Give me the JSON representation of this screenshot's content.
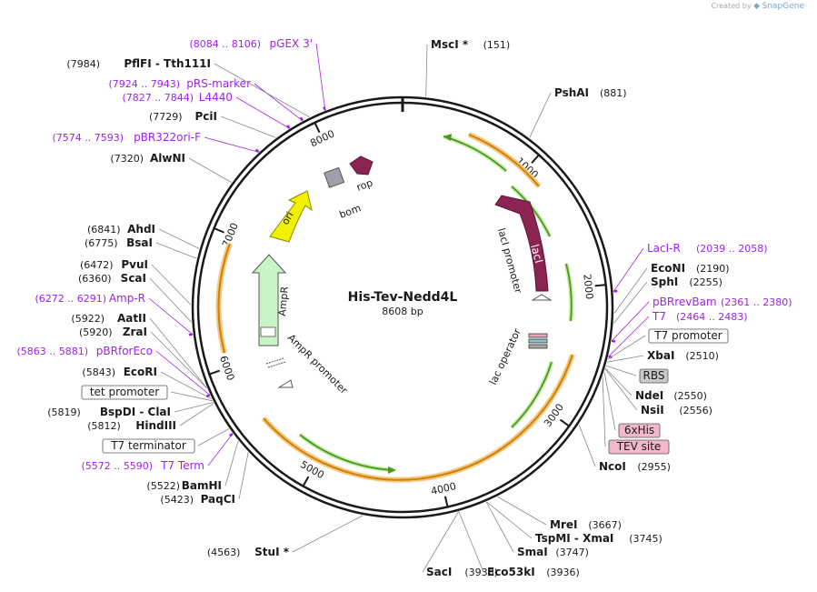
{
  "credit": {
    "prefix": "Created by",
    "brand": "SnapGene"
  },
  "plasmid": {
    "name": "His-Tev-Nedd4L",
    "size": "8608 bp",
    "length": 8608
  },
  "colors": {
    "ring": "#1a1a1a",
    "primer": "#a020f0",
    "orange": "#e8920c",
    "green": "#4a9a18",
    "lacI": "#8b2353",
    "rop": "#8b2353",
    "ori": "#f0f000",
    "ampR": "#c8f5c8",
    "features_box": "#c8c8c8",
    "his_box": "#f0b8c8"
  },
  "ticks": [
    {
      "pos": 1000,
      "label": "1000"
    },
    {
      "pos": 2000,
      "label": "2000"
    },
    {
      "pos": 3000,
      "label": "3000"
    },
    {
      "pos": 4000,
      "label": "4000"
    },
    {
      "pos": 5000,
      "label": "5000"
    },
    {
      "pos": 6000,
      "label": "6000"
    },
    {
      "pos": 7000,
      "label": "7000"
    },
    {
      "pos": 8000,
      "label": "8000"
    }
  ],
  "sites": [
    {
      "name": "MscI *",
      "pos": "(151)",
      "kind": "enzyme",
      "bp": 151
    },
    {
      "name": "PshAI",
      "pos": "(881)",
      "kind": "enzyme",
      "bp": 881
    },
    {
      "name": "LacI-R",
      "pos": "(2039 .. 2058)",
      "kind": "primer",
      "bp": 2048
    },
    {
      "name": "EcoNI",
      "pos": "(2190)",
      "kind": "enzyme",
      "bp": 2190
    },
    {
      "name": "SphI",
      "pos": "(2255)",
      "kind": "enzyme",
      "bp": 2255
    },
    {
      "name": "pBRrevBam",
      "pos": "(2361 .. 2380)",
      "kind": "primer",
      "bp": 2370
    },
    {
      "name": "T7",
      "pos": "(2464 .. 2483)",
      "kind": "primer",
      "bp": 2473
    },
    {
      "name": "T7 promoter",
      "pos": "",
      "kind": "boxfeat",
      "bp": 2490
    },
    {
      "name": "XbaI",
      "pos": "(2510)",
      "kind": "enzyme",
      "bp": 2510
    },
    {
      "name": "RBS",
      "pos": "",
      "kind": "graybox",
      "bp": 2535
    },
    {
      "name": "NdeI",
      "pos": "(2550)",
      "kind": "enzyme",
      "bp": 2550
    },
    {
      "name": "NsiI",
      "pos": "(2556)",
      "kind": "enzyme",
      "bp": 2556
    },
    {
      "name": "6xHis",
      "pos": "",
      "kind": "pinkbox",
      "bp": 2575
    },
    {
      "name": "TEV site",
      "pos": "",
      "kind": "pinkbox",
      "bp": 2610
    },
    {
      "name": "NcoI",
      "pos": "(2955)",
      "kind": "enzyme",
      "bp": 2955
    },
    {
      "name": "MreI",
      "pos": "(3667)",
      "kind": "enzyme",
      "bp": 3667
    },
    {
      "name": "TspMI - XmaI",
      "pos": "(3745)",
      "kind": "enzyme",
      "bp": 3745
    },
    {
      "name": "SmaI",
      "pos": "(3747)",
      "kind": "enzyme",
      "bp": 3747
    },
    {
      "name": "Eco53kI",
      "pos": "(3936)",
      "kind": "enzyme",
      "bp": 3936
    },
    {
      "name": "SacI",
      "pos": "(3938)",
      "kind": "enzyme",
      "bp": 3938
    },
    {
      "name": "StuI *",
      "pos": "(4563)",
      "kind": "enzyme",
      "bp": 4563
    },
    {
      "name": "PaqCI",
      "pos": "(5423)",
      "kind": "enzyme",
      "bp": 5423
    },
    {
      "name": "BamHI",
      "pos": "(5522)",
      "kind": "enzyme",
      "bp": 5522
    },
    {
      "name": "T7 Term",
      "pos": "(5572 .. 5590)",
      "kind": "primer",
      "bp": 5581
    },
    {
      "name": "T7 terminator",
      "pos": "",
      "kind": "boxfeat",
      "bp": 5620
    },
    {
      "name": "HindIII",
      "pos": "(5812)",
      "kind": "enzyme",
      "bp": 5812
    },
    {
      "name": "BspDI - ClaI",
      "pos": "(5819)",
      "kind": "enzyme",
      "bp": 5819
    },
    {
      "name": "tet promoter",
      "pos": "",
      "kind": "boxfeat",
      "bp": 5830
    },
    {
      "name": "EcoRI",
      "pos": "(5843)",
      "kind": "enzyme",
      "bp": 5843
    },
    {
      "name": "pBRforEco",
      "pos": "(5863 .. 5881)",
      "kind": "primer",
      "bp": 5872
    },
    {
      "name": "ZraI",
      "pos": "(5920)",
      "kind": "enzyme",
      "bp": 5920
    },
    {
      "name": "AatII",
      "pos": "(5922)",
      "kind": "enzyme",
      "bp": 5922
    },
    {
      "name": "Amp-R",
      "pos": "(6272 .. 6291)",
      "kind": "primer",
      "bp": 6281
    },
    {
      "name": "ScaI",
      "pos": "(6360)",
      "kind": "enzyme",
      "bp": 6360
    },
    {
      "name": "PvuI",
      "pos": "(6472)",
      "kind": "enzyme",
      "bp": 6472
    },
    {
      "name": "BsaI",
      "pos": "(6775)",
      "kind": "enzyme",
      "bp": 6775
    },
    {
      "name": "AhdI",
      "pos": "(6841)",
      "kind": "enzyme",
      "bp": 6841
    },
    {
      "name": "AlwNI",
      "pos": "(7320)",
      "kind": "enzyme",
      "bp": 7320
    },
    {
      "name": "pBR322ori-F",
      "pos": "(7574 .. 7593)",
      "kind": "primer",
      "bp": 7583
    },
    {
      "name": "PciI",
      "pos": "(7729)",
      "kind": "enzyme",
      "bp": 7729
    },
    {
      "name": "L4440",
      "pos": "(7827 .. 7844)",
      "kind": "primer",
      "bp": 7835
    },
    {
      "name": "pRS-marker",
      "pos": "(7924 .. 7943)",
      "kind": "primer",
      "bp": 7933
    },
    {
      "name": "PflFI - Tth111I",
      "pos": "(7984)",
      "kind": "enzyme",
      "bp": 7984
    },
    {
      "name": "pGEX 3'",
      "pos": "(8084 .. 8106)",
      "kind": "primer",
      "bp": 8095
    }
  ],
  "features": [
    {
      "name": "lacI",
      "kind": "arrow"
    },
    {
      "name": "lacI promoter",
      "kind": "label"
    },
    {
      "name": "lac operator",
      "kind": "label"
    },
    {
      "name": "rop",
      "kind": "label"
    },
    {
      "name": "bom",
      "kind": "label"
    },
    {
      "name": "ori",
      "kind": "arrow"
    },
    {
      "name": "AmpR",
      "kind": "arrow"
    },
    {
      "name": "AmpR promoter",
      "kind": "label"
    }
  ]
}
